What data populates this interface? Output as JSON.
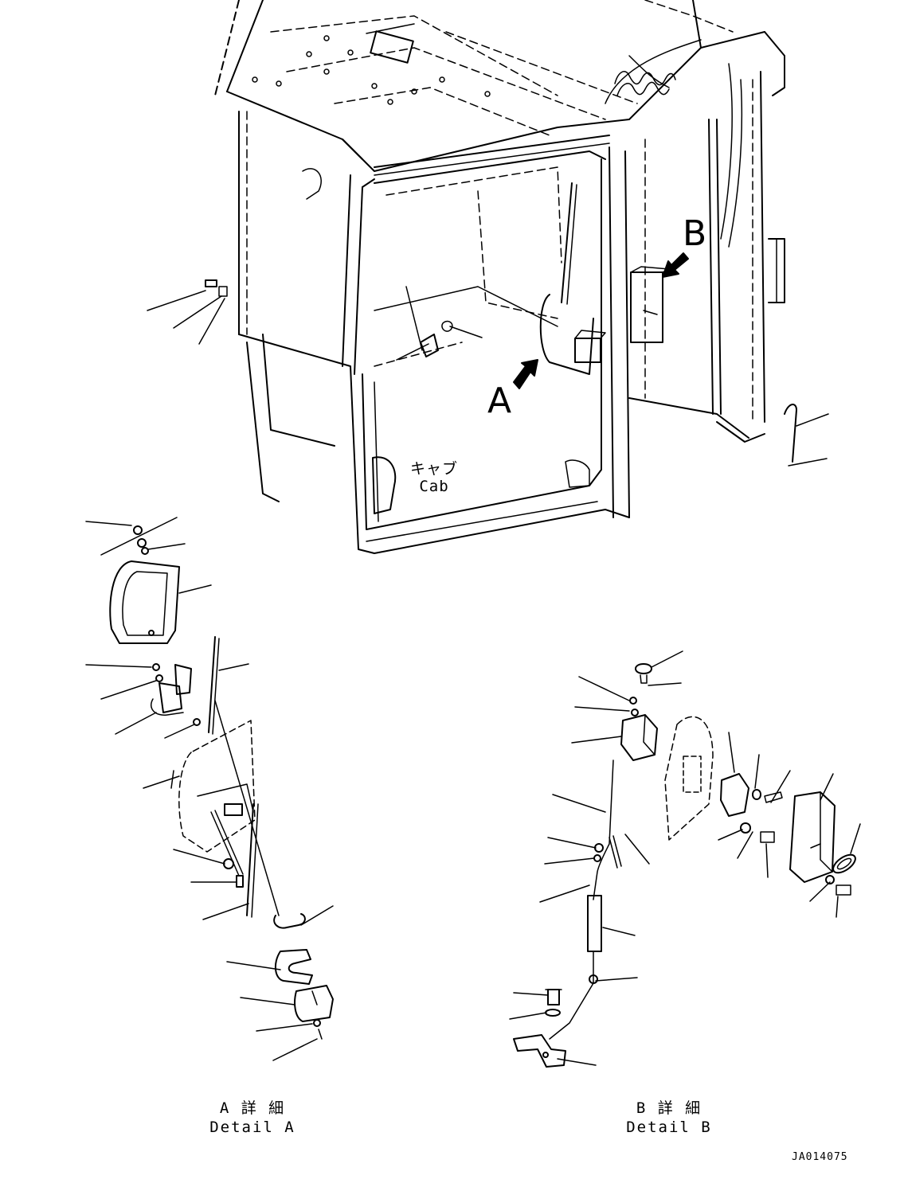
{
  "callouts": {
    "a": "A",
    "b": "B"
  },
  "cab": {
    "label_jp": "キャブ",
    "label_en": "Cab"
  },
  "detail_a": {
    "jp": "A 詳 細",
    "en": "Detail A"
  },
  "detail_b": {
    "jp": "B 詳 細",
    "en": "Detail B"
  },
  "drawing_code": "JA014075",
  "colors": {
    "line": "#000000",
    "background": "#ffffff"
  }
}
